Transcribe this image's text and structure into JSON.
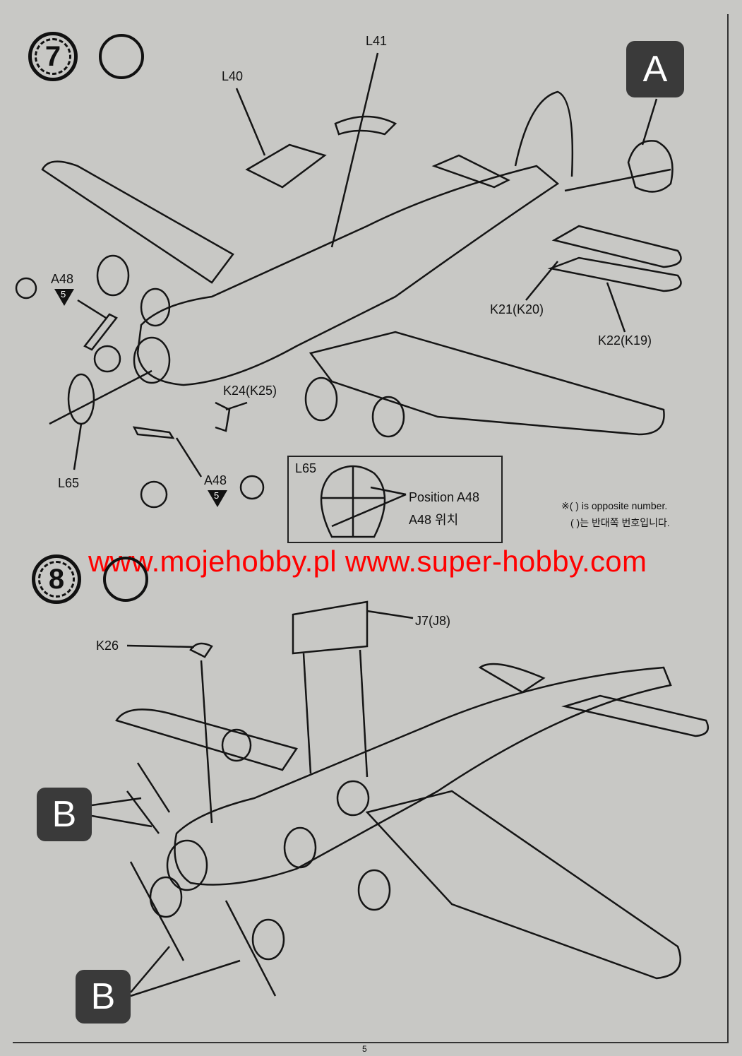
{
  "step7": {
    "number": "7",
    "tool_icon": "glue-icon",
    "badge": "A",
    "labels": {
      "l41": "L41",
      "l40": "L40",
      "a48_left": "A48",
      "a48_left_count": "5",
      "k21": "K21(K20)",
      "k22": "K22(K19)",
      "k24": "K24(K25)",
      "l65": "L65",
      "a48_bottom": "A48",
      "a48_bottom_count": "5"
    },
    "inset": {
      "title": "L65",
      "position_en": "Position A48",
      "position_ko": "A48 위치"
    },
    "note_en": "※( ) is opposite number.",
    "note_ko": "( )는 반대쪽 번호입니다."
  },
  "watermark": "www.mojehobby.pl www.super-hobby.com",
  "step8": {
    "number": "8",
    "tool_icon": "glue-icon",
    "labels": {
      "j7": "J7(J8)",
      "k26": "K26"
    },
    "badge_top": "B",
    "badge_bottom": "B"
  },
  "page_number": "5"
}
